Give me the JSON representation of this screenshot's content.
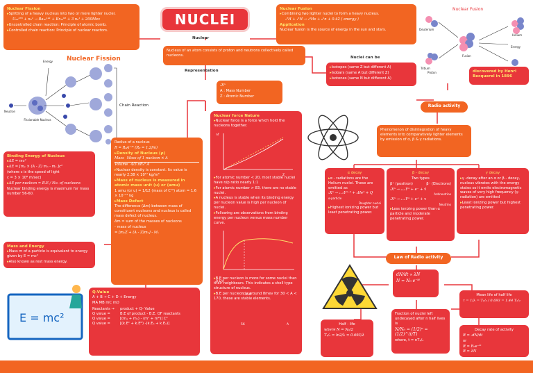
{
  "title": "NUCLEI",
  "nuclear_label": "Nuclear",
  "fission": {
    "title": "Nuclear Fission",
    "text1": "Splitting of a heavy nucleus into two or more lighter nuclei.",
    "eq": "U₉₂²³⁵ + n₀¹ → Ba₅₆¹⁴¹ + Kr₃₆⁹² + 3 n₀¹ + 200Mev",
    "text2": "Uncontrolled chain reaction: Principle of atomic bomb.",
    "text3": "Controlled chain reaction: Principle of nuclear reactors."
  },
  "fusion": {
    "title": "Nuclear Fusion",
    "text1": "Combining two lighter nuclei to form a heavy nucleus.",
    "eq": "₁²H + ₁³H → ₂⁴He + ₀¹n + 0.42 ( energy )",
    "app_title": "Application",
    "app_text": "Nuclear fusion is the source of energy in the sun and stars."
  },
  "fusion_diagram": {
    "title": "Nuclear Fusion",
    "deuterium": "Deuterium",
    "tritium": "Tritium",
    "helium": "Helium",
    "energy": "Energy",
    "fusion": "Fusion",
    "neutron": "Neutron",
    "proton": "Proton"
  },
  "fission_diagram": {
    "title": "Nuclear Fission",
    "energy": "Energy",
    "neutron": "Neutron",
    "fissionable": "Fissionable Nucleus",
    "chain": "Chain Reaction"
  },
  "nucleus_intro": "Nucleus of an atom consists of proton and neutrons collectively called nucleons.",
  "representation": {
    "label": "Representation",
    "symbol": "ₓXᴬ",
    "a_line": "A : Mass Number",
    "z_line": "Z : Atomic Number"
  },
  "nuclei_can_be": {
    "title": "Nuclei can be",
    "items": [
      "Isotopes (same Z but different A)",
      "Isobars (same A but different Z)",
      "Isotones (same N but different A)"
    ]
  },
  "binding": {
    "title": "Binding Energy of Nucleus",
    "l1": "ΔE = mc²",
    "l2": "ΔE = [mₚ × (A - Z) mₙ - mₓ ]c²",
    "l3": "(where c is the speed of light",
    "l4": "c = 3 × 10⁸ m/sec)",
    "l5": "ΔE per nucleon = B.E / No. of nucleons",
    "l6": "Nuclear binding energy is maximum for mass number 56-60."
  },
  "radius": {
    "title": "Radius of a nucleus",
    "eq": "R = R₀A¹ᐟ³ (R₀ = 1.2fm)",
    "density_title": "Density of Nucleus (ρ)",
    "density_num": "Mass",
    "density_den": "Volume",
    "density_eq": "Mass of 1 nucleon × A",
    "density_den2": "4/3 πR₀³ A",
    "density_text": "Nuclear density is constant. Its value is nearly 2.38 × 10¹⁷ kg/m³",
    "amu_title": "Mass of nucleus is measured in atomic mass unit (u) or (amu)",
    "amu_text": "1 amu (or u) = 1/12 (mass of C¹²) atom = 1.6 × 10⁻²⁷ kg",
    "defect_title": "Mass Defect",
    "defect_text": "The difference (Δm) between mass of constituent nucleons and nucleus is called mass defect of nucleus.",
    "defect_eq1": "Δm = sum of the masses of nucleons",
    "defect_eq2": "- mass of nucleus",
    "defect_eq3": "= [mₚZ + (A - Z)mₙ] - Mₓ"
  },
  "mass_energy": {
    "title": "Mass and Energy",
    "t1": "Mass m of a particle is equivalent to energy given by E = mc²",
    "t2": "Also known as rest mass energy."
  },
  "emc2": "E = mc²",
  "qvalue": {
    "title": "Q-Value",
    "eq1": "A + B → C + D + Energy",
    "eq2": "MA MB   mC  mD",
    "rows": [
      [
        "Reactants →",
        "product + Q- Value"
      ],
      [
        "Q value =",
        "B.E of product - B.E. OF reactants"
      ],
      [
        "Q value =",
        "[(mₐ + mₙ) - (mᶜ + mᴰ)] C²"
      ],
      [
        "Q value =",
        "[(k.Eᶜ + k.Eᴰ) -(k.Eₐ + k.Eₙ)]"
      ]
    ]
  },
  "nuclear_force": {
    "title": "Nuclear force Nature",
    "t1": "Nuclear force is a force which hold the nucleons together.",
    "graph_y": "nf",
    "graph_x": "Z",
    "t2": "For atomic number < 20, most stable nuclei have n/p ratio nearly 1:1",
    "t3": "For atomic number > 83, there are no stable nuclei.",
    "t4": "A nucleus is stable when its binding energy per nucleon value is high per nucleon of nuclei.",
    "t5": "Following are observations from binding energy per nucleon versus mass number curve.",
    "g2_y": "B.E/A",
    "g2_fe": "Fe56",
    "g2_x1": "56",
    "g2_x2": "A",
    "t6": "B.E per nucleon is more for some nuclei than their neighbours. This indicates a shell type structure of nucleus.",
    "t7": "B.E per nucleon is around 8mev for 30 < A < 170, these are stable elements."
  },
  "radio": {
    "title": "Radio activity",
    "discovery": "discovered by Henri Becquerel in 1896",
    "phenomenon": "Phenomenon of disintegration of heavy elements into comparatively lighter elements by emission of α, β & γ radiations.",
    "alpha": {
      "title": "α decay",
      "t1": "α - radiations are the Helium nuclei. These are emitted as",
      "eq": "ₓXᴬ → ₓ₋₂Yᴬ⁻⁴ + ₂He⁴ + Q",
      "sub": "α-particle",
      "sub2": "Daughter nuclei",
      "t2": "Highest ionizing power but least penetrating power."
    },
    "beta": {
      "title": "β - decay",
      "sub": "Two types",
      "pos": "β⁺ (positron)",
      "ele": "β⁻ (Electrons)",
      "eq1": "ₓXᴬ → ₓ₊₁Yᴬ + e⁻ + v̄",
      "eq2": "ₓXᴬ → ₓ₋₁Yᴬ + e⁺ + v",
      "sub2": "Antineutrino",
      "sub3": "Neutrino",
      "t1": "Less ionizing power than α particle and moderate penetrating power."
    },
    "gamma": {
      "title": "γ decay",
      "t1": "γ -decay after an α or β - decay, nucleus vibrates with the energy states so it emits electromagnetic waves of very high frequency (γ-radiation) are emitted",
      "t2": "Least ionizing power but highest penetrating power."
    },
    "law": "Law of Radio activity",
    "law_eq1": "dN/dt ∝ λN",
    "law_eq2": "N = N₀ e⁻ᵏᵗ",
    "mean": {
      "title": "Mean life of half life",
      "eq": "τ = 1/λ = T₁/₂ / 0.693 = 1.44 T₁/₂"
    },
    "half": {
      "title": "Half - life",
      "t1": "where N = N₀/2",
      "eq": "T₁/₂ = ln2/λ = 0.693/λ"
    },
    "fraction": {
      "t1": "Fraction of nuclei left undecayed after n half lives is",
      "eq": "N/N₀ = (1/2)ⁿ = (1/2)^(t/T)",
      "t2": "where, t = nT₁/₂"
    },
    "decay_rate": {
      "title": "Decay rate of activity",
      "eq1": "R = -dN/dt",
      "or": "or",
      "eq2": "R = R₀e⁻ᵏᵗ",
      "eq3": "R = λN"
    }
  },
  "colors": {
    "orange": "#f26522",
    "red": "#e8363b",
    "yellow": "#ffe36b"
  }
}
